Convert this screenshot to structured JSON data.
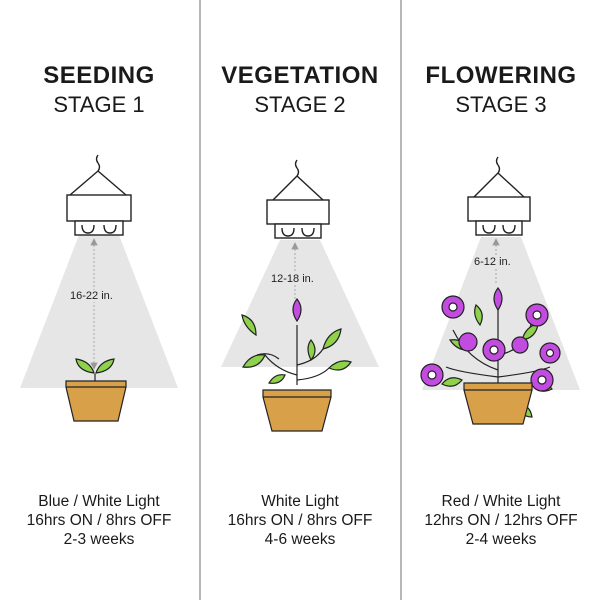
{
  "stages": [
    {
      "name": "SEEDING",
      "number": "STAGE 1",
      "distance": "16-22 in.",
      "light": "Blue / White Light",
      "schedule": "16hrs ON / 8hrs OFF",
      "duration": "2-3 weeks"
    },
    {
      "name": "VEGETATION",
      "number": "STAGE 2",
      "distance": "12-18 in.",
      "light": "White Light",
      "schedule": "16hrs ON / 8hrs OFF",
      "duration": "4-6 weeks"
    },
    {
      "name": "FLOWERING",
      "number": "STAGE 3",
      "distance": "6-12 in.",
      "light": "Red / White Light",
      "schedule": "12hrs ON / 12hrs OFF",
      "duration": "2-4 weeks"
    }
  ],
  "colors": {
    "light_cone": "#e6e6e6",
    "pot": "#d9a04a",
    "leaf": "#8ed14a",
    "flower": "#c24ce0",
    "divider": "#b7b7b7"
  },
  "icons": [
    "hanging-grow-light-icon",
    "seedling-pot-icon",
    "vegetation-plant-pot-icon",
    "flowering-plant-pot-icon"
  ]
}
